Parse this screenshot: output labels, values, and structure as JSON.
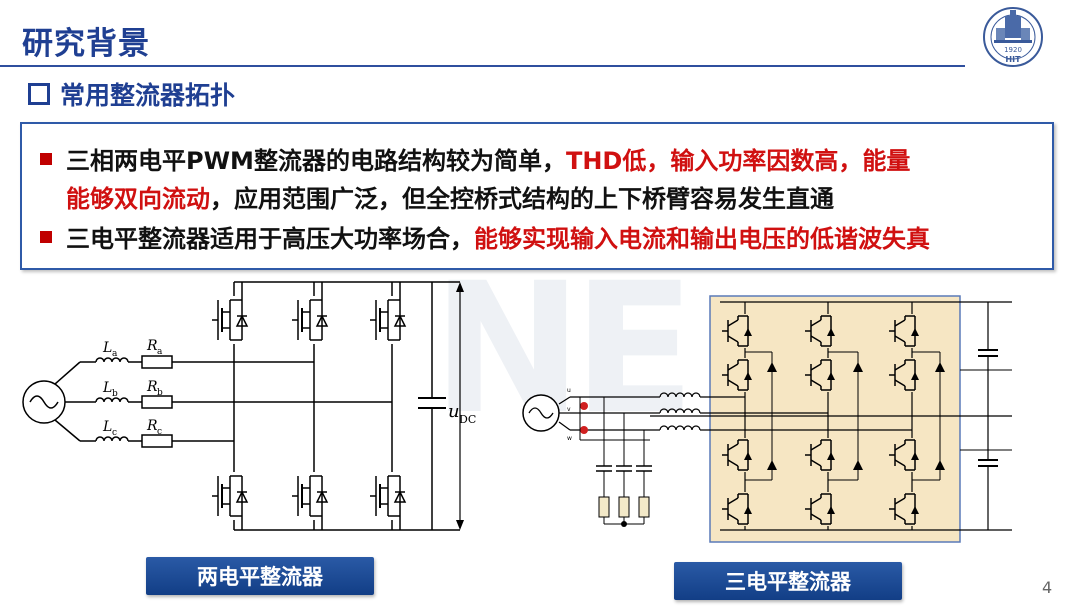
{
  "header": {
    "title": "研究背景",
    "logo_year": "1920",
    "logo_text": "HIT"
  },
  "section": {
    "subtitle": "常用整流器拓扑"
  },
  "bullets": {
    "b1_part1": "三相两电平PWM整流器的电路结构较为简单，",
    "b1_red": "THD低，输入功率因数高，能量",
    "b1_line2_red": "能够双向流动",
    "b1_line2_rest": "，应用范围广泛，但全控桥式结构的上下桥臂容易发生直通",
    "b2_part1": "三电平整流器适用于高压大功率场合，",
    "b2_red": "能够实现输入电流和输出电压的低谐波失真"
  },
  "diagram_left": {
    "La": "L",
    "La_sub": "a",
    "Lb": "L",
    "Lb_sub": "b",
    "Lc": "L",
    "Lc_sub": "c",
    "Ra": "R",
    "Ra_sub": "a",
    "Rb": "R",
    "Rb_sub": "b",
    "Rc": "R",
    "Rc_sub": "c",
    "udc": "u",
    "udc_sub": "DC"
  },
  "captions": {
    "left": "两电平整流器",
    "right": "三电平整流器"
  },
  "watermark": "NE",
  "page": {
    "number": "4"
  },
  "colors": {
    "title_blue": "#1f3f92",
    "highlight_red": "#d01010",
    "bullet_red": "#c00000",
    "panel_beige": "#f6e6c3"
  }
}
